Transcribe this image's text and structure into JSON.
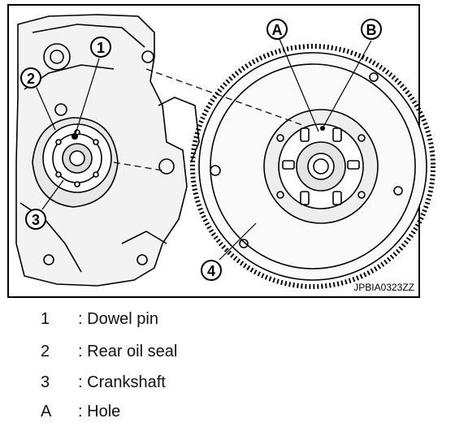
{
  "figure": {
    "callouts": [
      "1",
      "2",
      "3",
      "4",
      "A",
      "B"
    ],
    "image_code": "JPBIA0323ZZ"
  },
  "legend": [
    {
      "key": "1",
      "sep": ":",
      "text": "Dowel pin"
    },
    {
      "key": "2",
      "sep": ":",
      "text": "Rear oil seal"
    },
    {
      "key": "3",
      "sep": ":",
      "text": "Crankshaft"
    },
    {
      "key": "A",
      "sep": ":",
      "text": "Hole"
    }
  ]
}
